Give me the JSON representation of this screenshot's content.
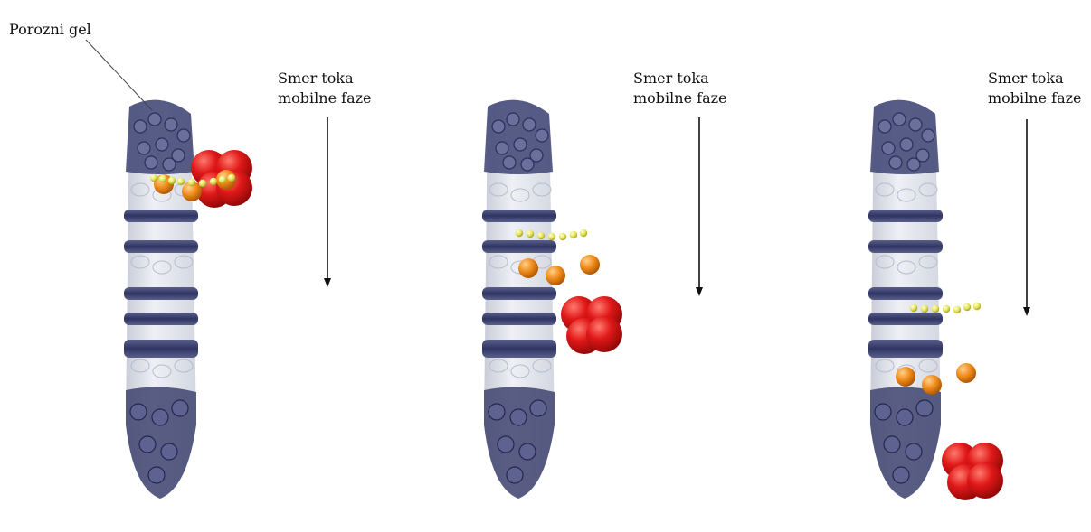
{
  "labels": {
    "gel": "Porozni gel",
    "flow_line1": "Smer toka",
    "flow_line2": "mobilne faze"
  },
  "colors": {
    "gel_dark": "#3f4470",
    "gel_light": "#e6e8ef",
    "large_molecule": "#e01818",
    "medium_molecule": "#f08c1a",
    "small_molecule": "#e8e860",
    "arrow": "#111111"
  },
  "panels": [
    {
      "stage": "start"
    },
    {
      "stage": "middle"
    },
    {
      "stage": "end"
    }
  ]
}
